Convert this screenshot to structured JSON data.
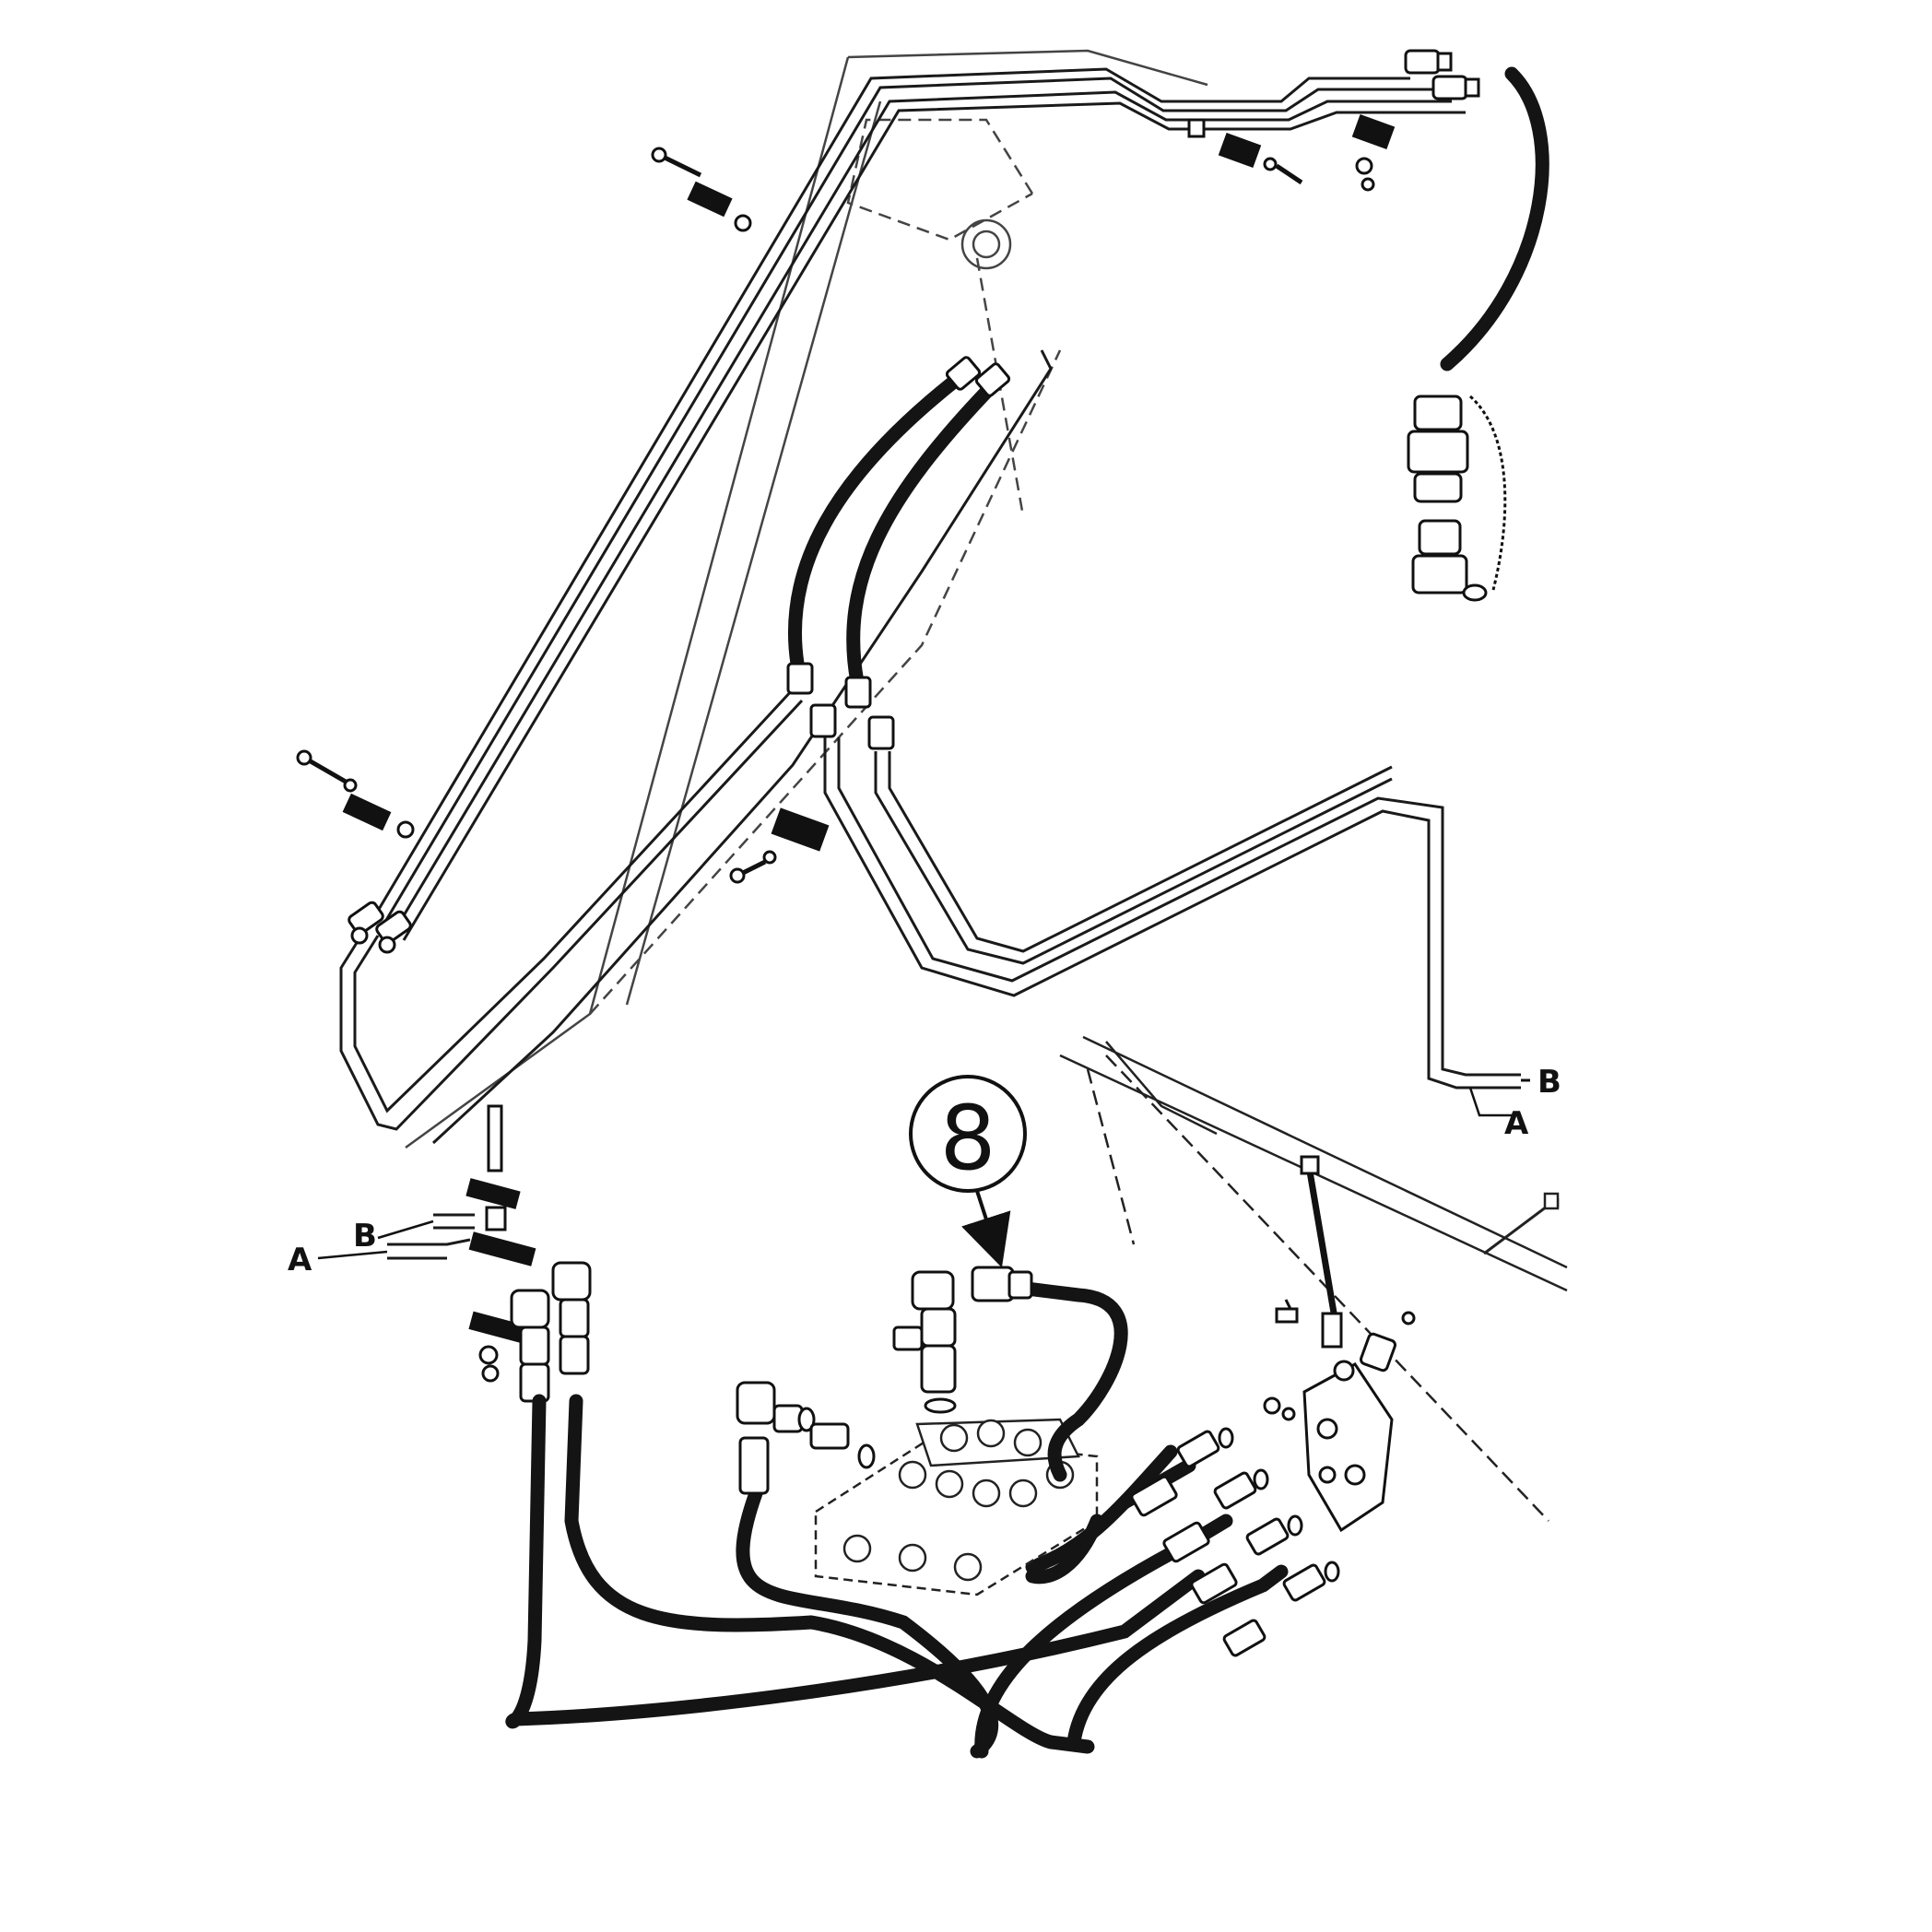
{
  "diagram": {
    "callouts": [
      {
        "id": "8",
        "label": "8"
      }
    ],
    "connection_labels": {
      "right_end": {
        "a": "A",
        "b": "B"
      },
      "left_end": {
        "a": "A",
        "b": "B"
      }
    }
  },
  "colors": {
    "line": "#1a1a1a",
    "hose": "#141414",
    "background": "#ffffff"
  }
}
